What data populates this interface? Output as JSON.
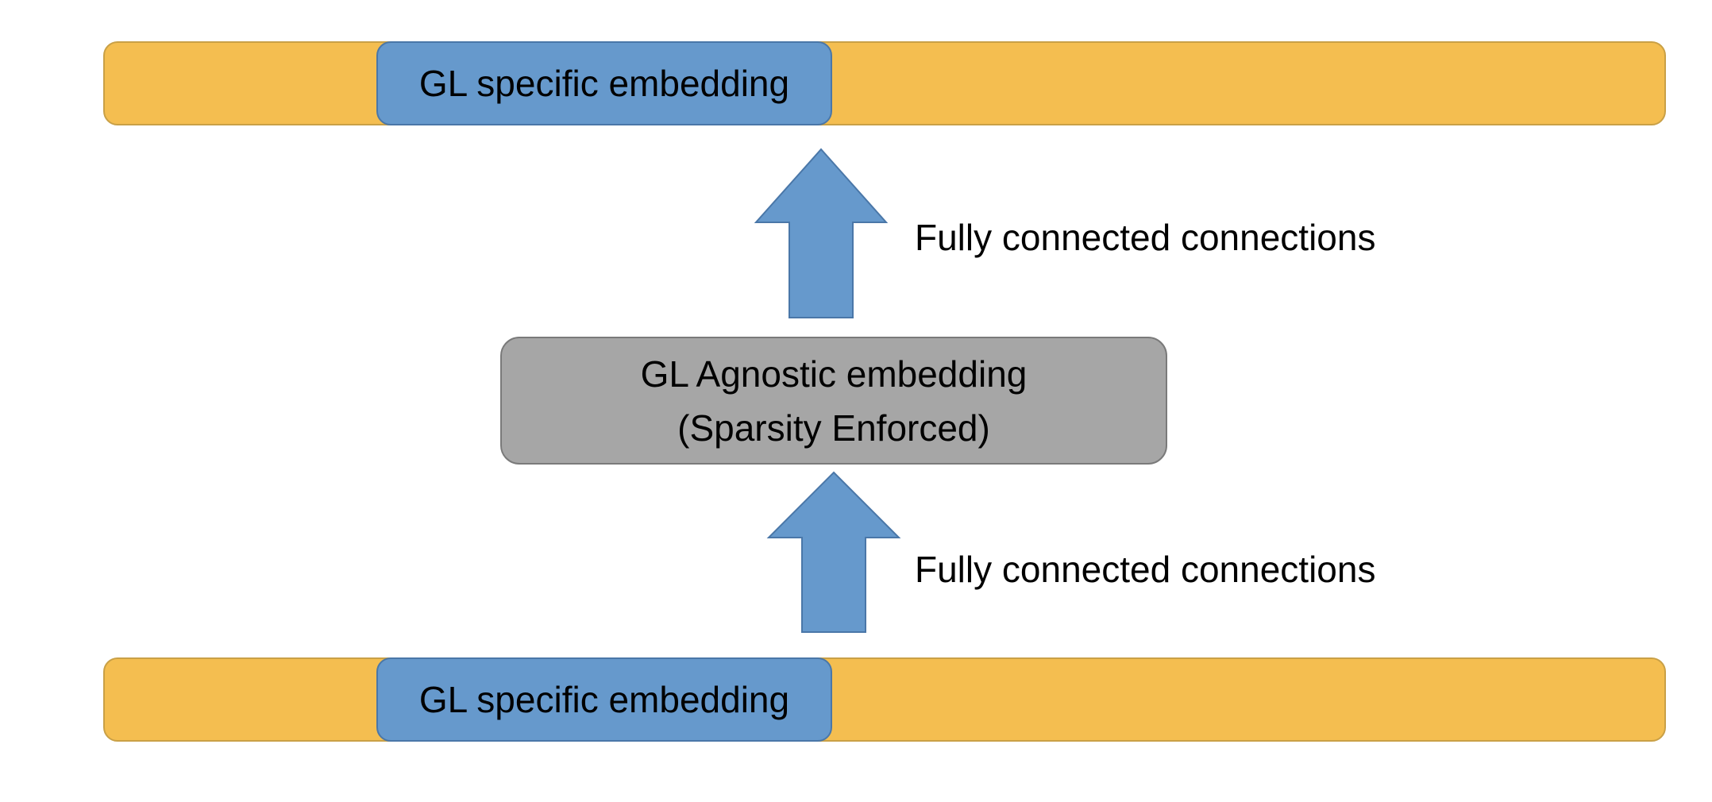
{
  "colors": {
    "outer_bar": "#F4BE50",
    "specific_box": "#6699CC",
    "agnostic_box": "#A6A6A6",
    "arrow": "#6699CC"
  },
  "top_layer": {
    "embedding_label": "GL specific embedding"
  },
  "upper_connection": {
    "label": "Fully connected connections"
  },
  "agnostic": {
    "line1": "GL Agnostic embedding",
    "line2": "(Sparsity Enforced)"
  },
  "lower_connection": {
    "label": "Fully connected connections"
  },
  "bottom_layer": {
    "embedding_label": "GL specific embedding"
  }
}
